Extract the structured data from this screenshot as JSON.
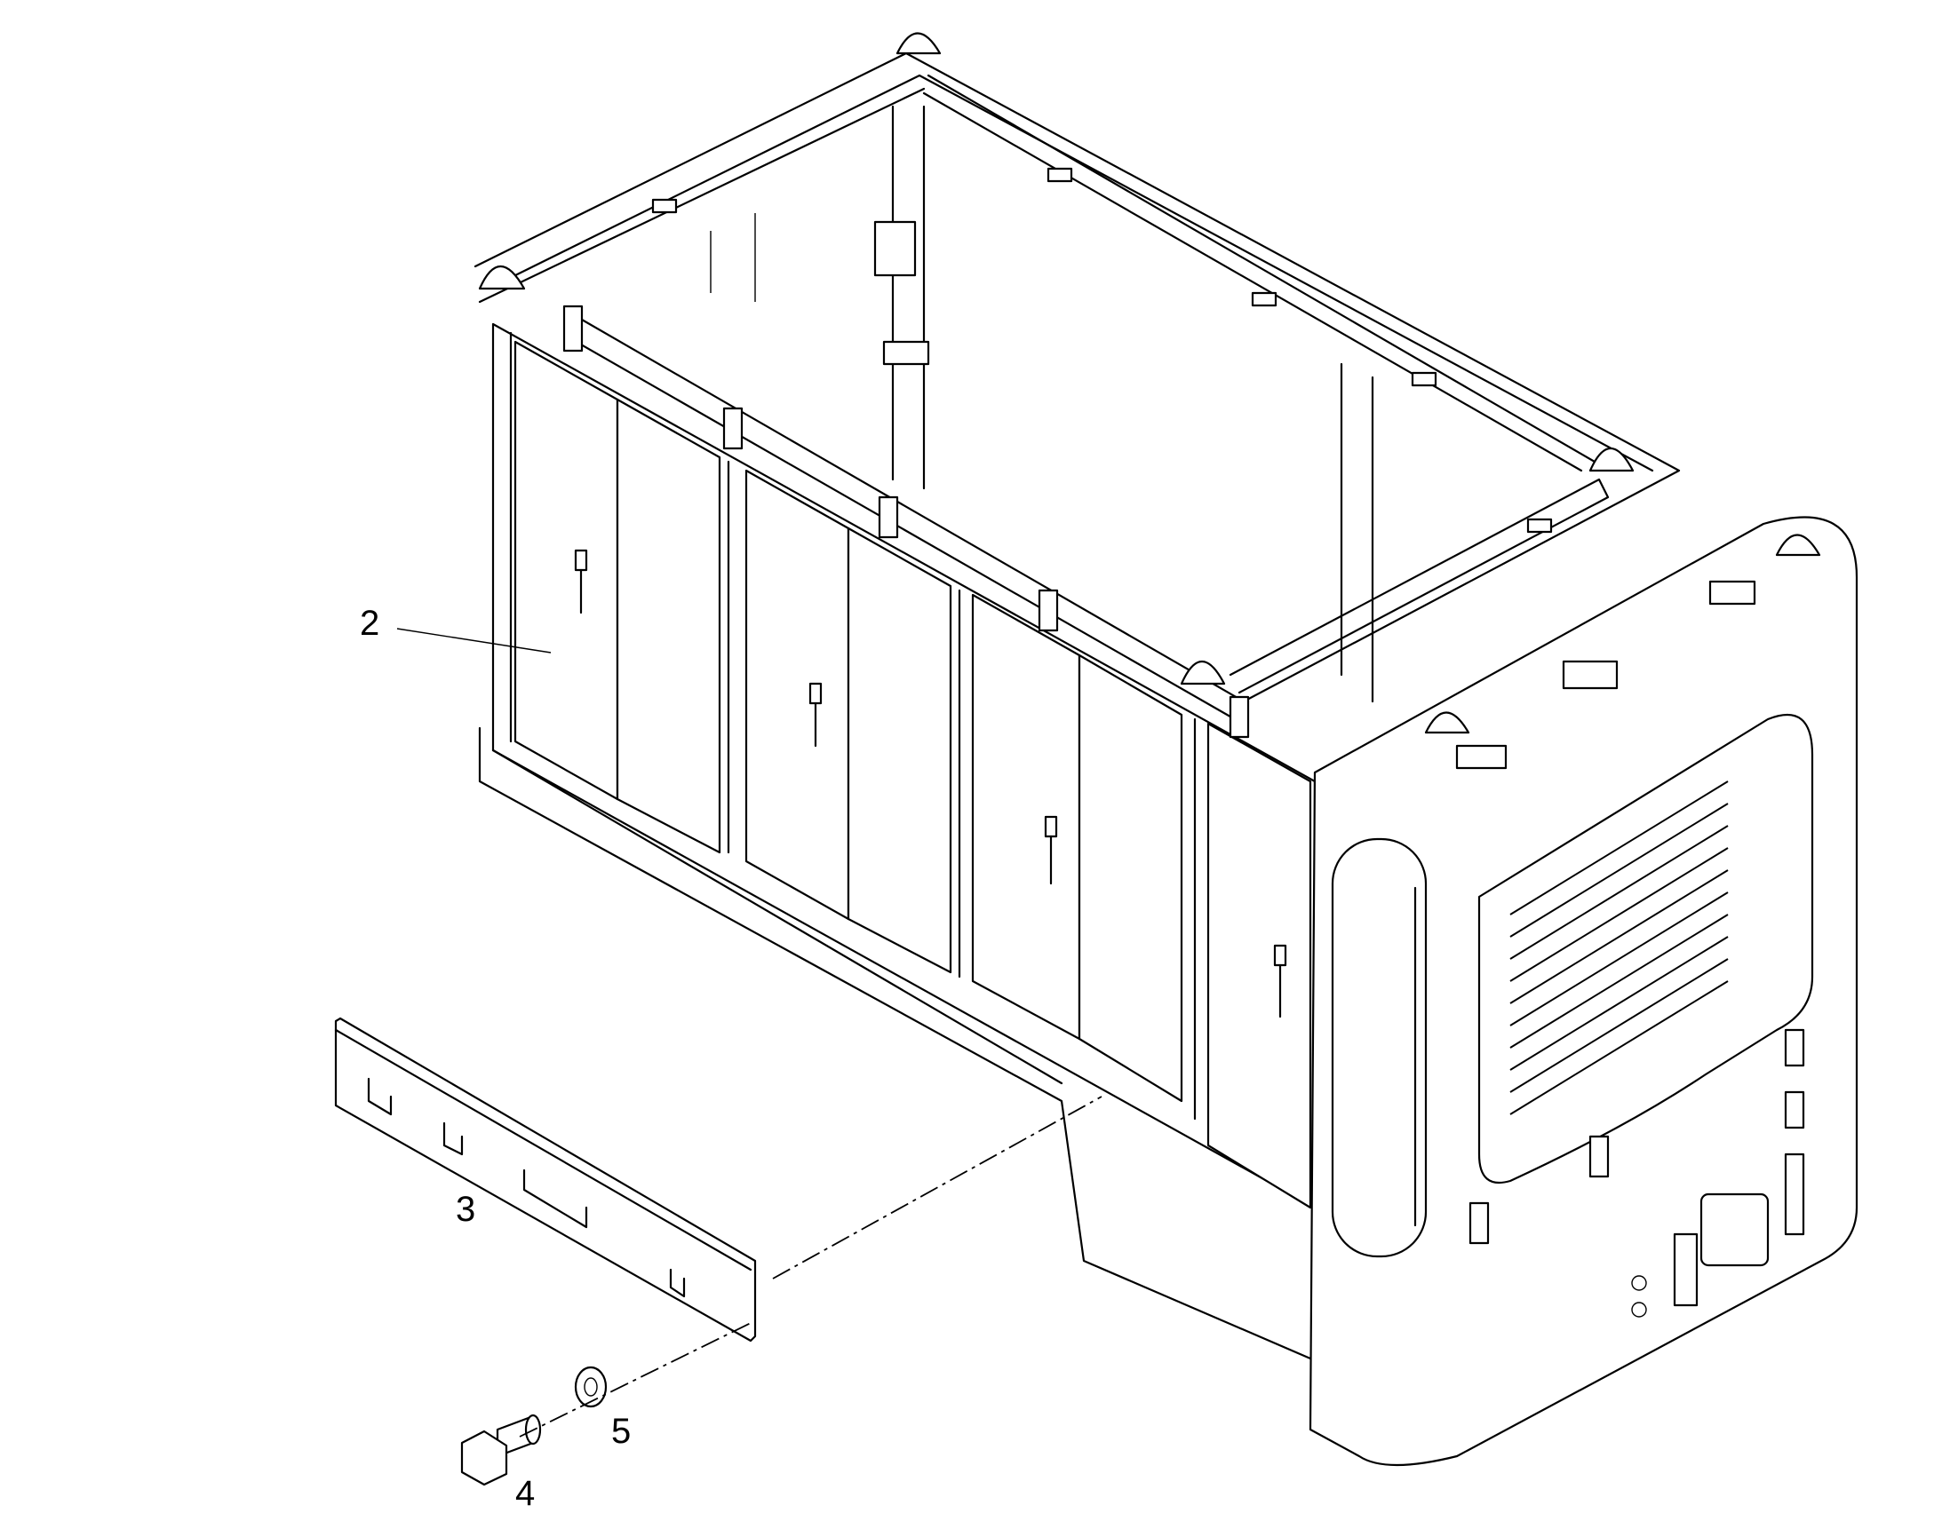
{
  "callouts": [
    {
      "id": "2",
      "label": "2"
    },
    {
      "id": "3",
      "label": "3"
    },
    {
      "id": "4",
      "label": "4"
    },
    {
      "id": "5",
      "label": "5"
    }
  ]
}
